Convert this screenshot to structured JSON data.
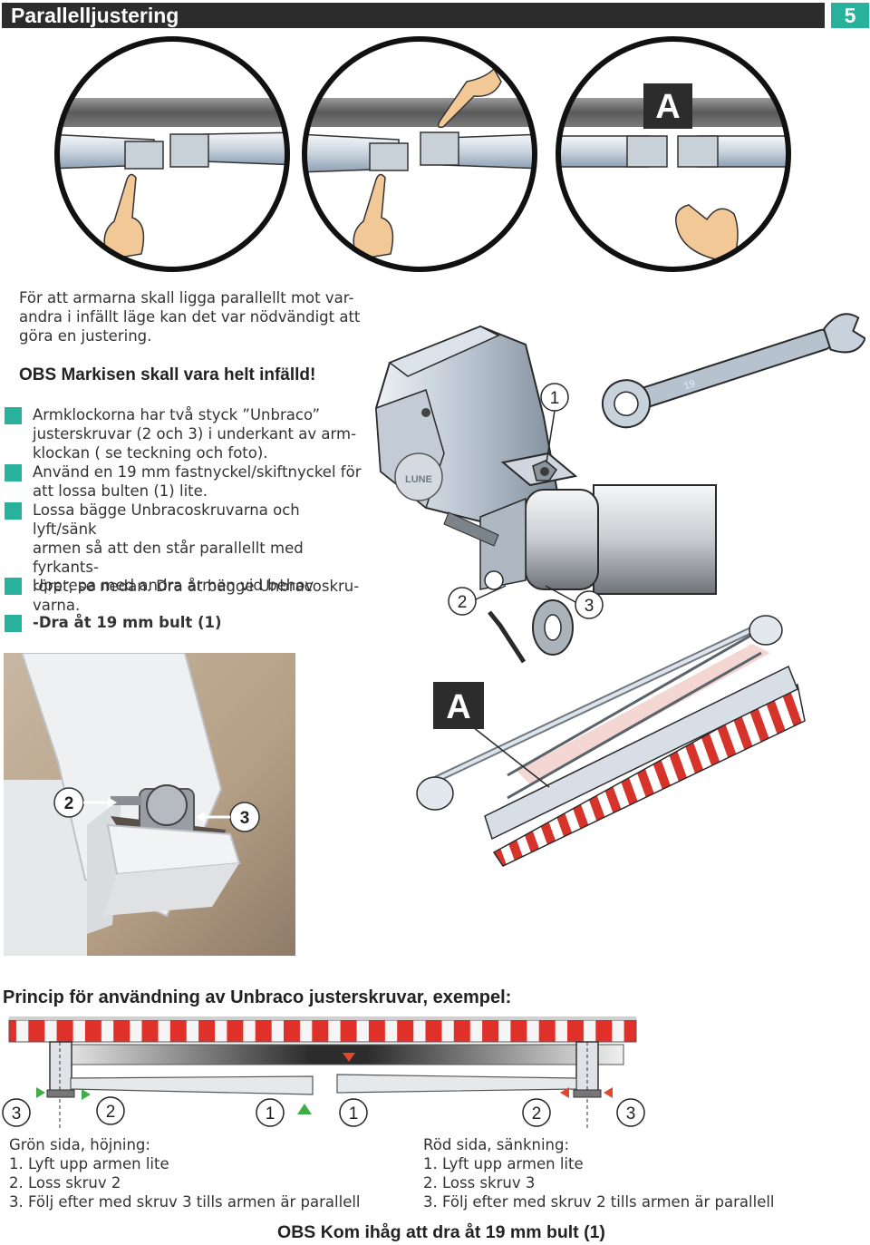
{
  "header": {
    "title": "Parallelljustering",
    "page_number": "5",
    "bar_color": "#2c2c2c",
    "accent_color": "#29b29b"
  },
  "illustration_labels": {
    "top_circle_label": "A",
    "diagram_label": "A"
  },
  "intro": {
    "lines": [
      "För att armarna skall ligga parallellt mot var-",
      "andra i infällt läge kan det var nödvändigt att",
      "göra en justering."
    ],
    "obs": "OBS Markisen skall vara helt infälld!"
  },
  "bullets": [
    {
      "lines": [
        "Armklockorna har två styck ”Unbraco”",
        "justerskruvar (2 och 3) i underkant av arm-",
        "klockan ( se teckning och foto)."
      ]
    },
    {
      "lines": [
        "Använd en 19 mm fastnyckel/skiftnyckel för",
        "att lossa bulten (1) lite."
      ]
    },
    {
      "lines": [
        "Lossa bägge Unbracoskruvarna och lyft/sänk",
        "armen så att den står parallellt med fyrkants-",
        "röret, se nedan. Dra åt bägge Unbracoskru-",
        "varna."
      ]
    },
    {
      "lines": [
        "Upprepa med andra armen vid behov"
      ]
    },
    {
      "lines": [
        "-Dra åt 19 mm bult (1)"
      ],
      "bold": true
    }
  ],
  "diagram": {
    "callout_1": "1",
    "callout_2": "2",
    "callout_3": "3",
    "wrench_size": "19",
    "brand": "LUNE"
  },
  "photo": {
    "label_2": "2",
    "label_3": "3"
  },
  "principle": {
    "title": "Princip för användning av Unbraco justerskruvar, exempel:",
    "left_numbers": [
      "3",
      "2",
      "1"
    ],
    "right_numbers": [
      "1",
      "2",
      "3"
    ],
    "green_color": "#3fae49",
    "red_color": "#e2462f"
  },
  "green_side": {
    "title": "Grön sida, höjning:",
    "steps": [
      "1. Lyft upp armen lite",
      "2. Loss skruv 2",
      "3. Följ efter med skruv 3 tills armen är parallell"
    ]
  },
  "red_side": {
    "title": "Röd sida, sänkning:",
    "steps": [
      "1. Lyft upp armen lite",
      "2. Loss skruv 3",
      "3. Följ efter med skruv 2 tills armen är parallell"
    ]
  },
  "footer": {
    "note": "OBS Kom ihåg att dra åt 19 mm bult (1)"
  }
}
